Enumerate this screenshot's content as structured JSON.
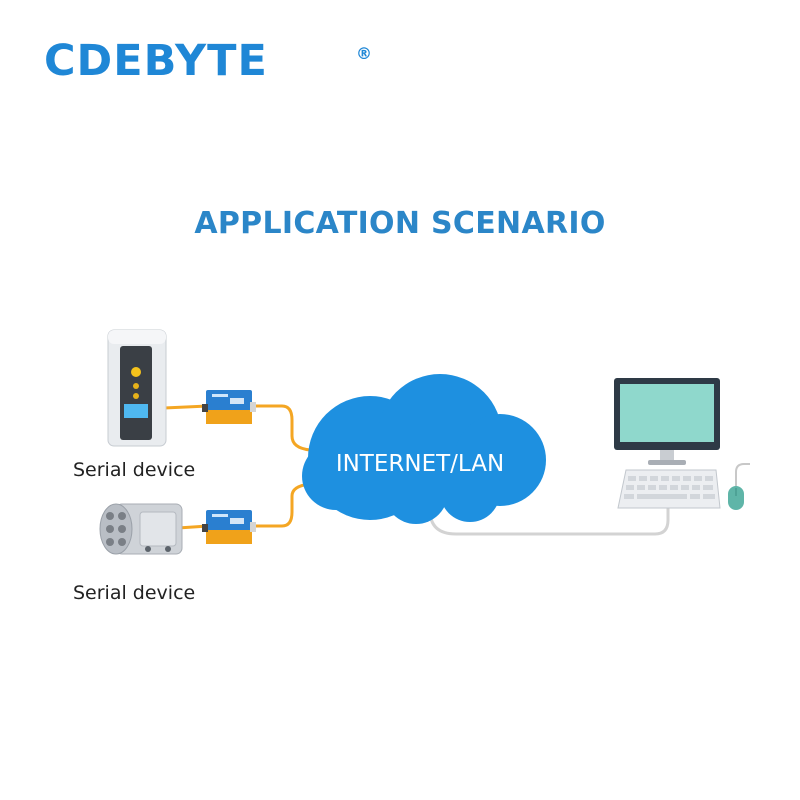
{
  "brand": {
    "name": "CDEBYTE",
    "mark": "®"
  },
  "heading": "APPLICATION SCENARIO",
  "network": {
    "label": "INTERNET/LAN"
  },
  "devices": [
    {
      "label": "Serial device",
      "kind": "serial-device-tower"
    },
    {
      "label": "Serial device",
      "kind": "serial-device-cylinder"
    }
  ],
  "colors": {
    "brand_blue": "#1f87d6",
    "cloud_blue": "#1e90e0",
    "cable_orange": "#f4a623",
    "cable_gray": "#d3d3d3",
    "monitor_teal": "#8fd8cc",
    "server_blue": "#2a7fd0"
  }
}
